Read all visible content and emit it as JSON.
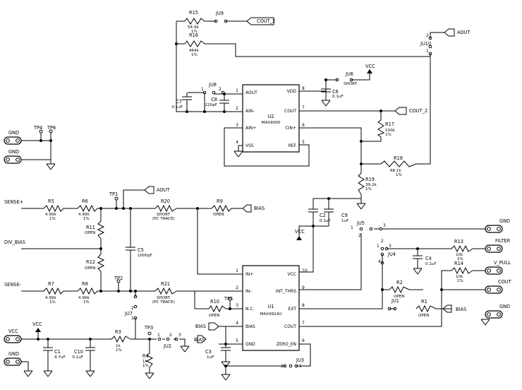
{
  "components": {
    "R1": {
      "ref": "R1",
      "value": "OPEN"
    },
    "R2": {
      "ref": "R2",
      "value": "OPEN"
    },
    "R3": {
      "ref": "R3",
      "value": "1k",
      "tol": "1%"
    },
    "R4": {
      "ref": "R4",
      "value": "1k",
      "tol": "1%"
    },
    "R5": {
      "ref": "R5",
      "value": "4.99k",
      "tol": "1%"
    },
    "R6": {
      "ref": "R6",
      "value": "4.99k",
      "tol": "1%"
    },
    "R7": {
      "ref": "R7",
      "value": "4.99k",
      "tol": "1%"
    },
    "R8": {
      "ref": "R8",
      "value": "4.99k",
      "tol": "1%"
    },
    "R9": {
      "ref": "R9",
      "value": "OPEN"
    },
    "R10": {
      "ref": "R10",
      "value": "OPEN"
    },
    "R11": {
      "ref": "R11",
      "value": "OPEN"
    },
    "R12": {
      "ref": "R12",
      "value": "OPEN"
    },
    "R13": {
      "ref": "R13",
      "value": "10k",
      "tol": "1%"
    },
    "R14": {
      "ref": "R14",
      "value": "10k",
      "tol": "1%"
    },
    "R15": {
      "ref": "R15",
      "value": "54.9k",
      "tol": "1%"
    },
    "R16": {
      "ref": "R16",
      "value": "464k",
      "tol": "1%"
    },
    "R17": {
      "ref": "R17",
      "value": "100k",
      "tol": "1%"
    },
    "R18": {
      "ref": "R18",
      "value": "68.1k",
      "tol": "1%"
    },
    "R19": {
      "ref": "R19",
      "value": "39.2k",
      "tol": "1%"
    },
    "R20": {
      "ref": "R20",
      "value": "SHORT",
      "note": "(PC TRACE)"
    },
    "R21": {
      "ref": "R21",
      "value": "SHORT",
      "note": "(PC TRACE)"
    },
    "C1": {
      "ref": "C1",
      "value": "4.7uF"
    },
    "C2": {
      "ref": "C2",
      "value": "0.1uF"
    },
    "C3": {
      "ref": "C3",
      "value": "1uF"
    },
    "C4": {
      "ref": "C4",
      "value": "0.1uF"
    },
    "C5": {
      "ref": "C5",
      "value": "1000pF"
    },
    "C6": {
      "ref": "C6",
      "value": "0.1uF"
    },
    "C7": {
      "ref": "C7",
      "value": "0.1uF"
    },
    "C8": {
      "ref": "C8",
      "value": "220pF"
    },
    "C9": {
      "ref": "C9",
      "value": "1uF"
    },
    "C10": {
      "ref": "C10",
      "value": "0.1uF"
    }
  },
  "jumpers": {
    "JU1": "JU1",
    "JU2": "JU2",
    "JU3": "JU3",
    "JU4": "JU4",
    "JU5": "JU5",
    "JU6": "JU6",
    "JU6_value": "SHORT",
    "JU7": "JU7",
    "JU8": "JU8",
    "JU9": "JU9",
    "JU10": "JU10"
  },
  "test_points": {
    "TP1": "TP1",
    "TP2": "TP2",
    "TP3": "TP3",
    "TP4": "TP4",
    "TP5": "TP5",
    "TP6": "TP6"
  },
  "connectors": {
    "gnd": "GND",
    "sense_plus": "SENSE+",
    "sense_minus": "SENSE-",
    "div_bias": "DIV_BIAS",
    "vcc": "VCC",
    "filter": "FILTER",
    "v_pull": "V_PULL",
    "cout": "COUT"
  },
  "net_labels": {
    "aout": "AOUT",
    "cout_2": "COUT_2",
    "bias": "BIAS",
    "vcc": "VCC"
  },
  "u1": {
    "ref": "U1",
    "part": "MAX9924U",
    "pins": {
      "in_plus": "IN+",
      "in_minus": "IN–",
      "nc": "N.C.",
      "bias": "BIAS",
      "gnd": "GND",
      "vcc": "VCC",
      "int_thrs": "INT_THRS",
      "ext": "EXT",
      "cout": "COUT",
      "zero_en": "ZERO_EN"
    },
    "nums": {
      "p1": "1",
      "p2": "2",
      "p3": "3",
      "p4": "4",
      "p5": "5",
      "p6": "6",
      "p7": "7",
      "p8": "8",
      "p9": "9",
      "p10": "10"
    }
  },
  "u2": {
    "ref": "U2",
    "part": "MAX9000",
    "pins": {
      "aout": "AOUT",
      "ain_minus": "AIN–",
      "ain_plus": "AIN+",
      "vss": "VSS",
      "vdd": "VDD",
      "cout": "COUT",
      "cin_plus": "CIN+",
      "ref": "REF"
    },
    "nums": {
      "p1": "1",
      "p2": "2",
      "p3": "3",
      "p4": "4",
      "p5": "5",
      "p6": "6",
      "p7": "7",
      "p8": "8"
    }
  },
  "jumper_pins": {
    "one": "1",
    "two": "2",
    "three": "3",
    "four": "4"
  }
}
